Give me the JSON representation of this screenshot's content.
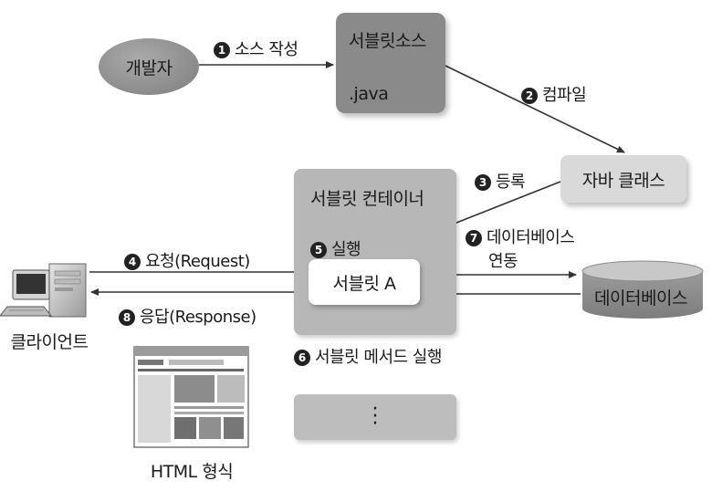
{
  "nodes": {
    "developer": "개발자",
    "servlet_source_title": "서블릿소스",
    "servlet_source_ext": ".java",
    "java_class": "자바 클래스",
    "container": "서블릿 컨테이너",
    "servlet_a": "서블릿 A",
    "database": "데이터베이스",
    "client": "클라이언트",
    "html_format": "HTML 형식"
  },
  "steps": {
    "s1": {
      "num": "1",
      "label": "소스 작성"
    },
    "s2": {
      "num": "2",
      "label": "컴파일"
    },
    "s3": {
      "num": "3",
      "label": "등록"
    },
    "s4": {
      "num": "4",
      "label": "요청(Request)"
    },
    "s5": {
      "num": "5",
      "label": "실행"
    },
    "s6": {
      "num": "6",
      "label": "서블릿 메서드 실행"
    },
    "s7": {
      "num": "7",
      "label_line1": "데이터베이스",
      "label_line2": "연동"
    },
    "s8": {
      "num": "8",
      "label": "응답(Response)"
    }
  },
  "icons": [
    "computer-icon",
    "web-page-thumbnail",
    "database-cylinder",
    "more-dots-icon"
  ],
  "colors": {
    "dark_box": "#8a8a8a",
    "light_box": "#d9d9d9",
    "container": "#b7b7b7",
    "arrow": "#333333"
  }
}
